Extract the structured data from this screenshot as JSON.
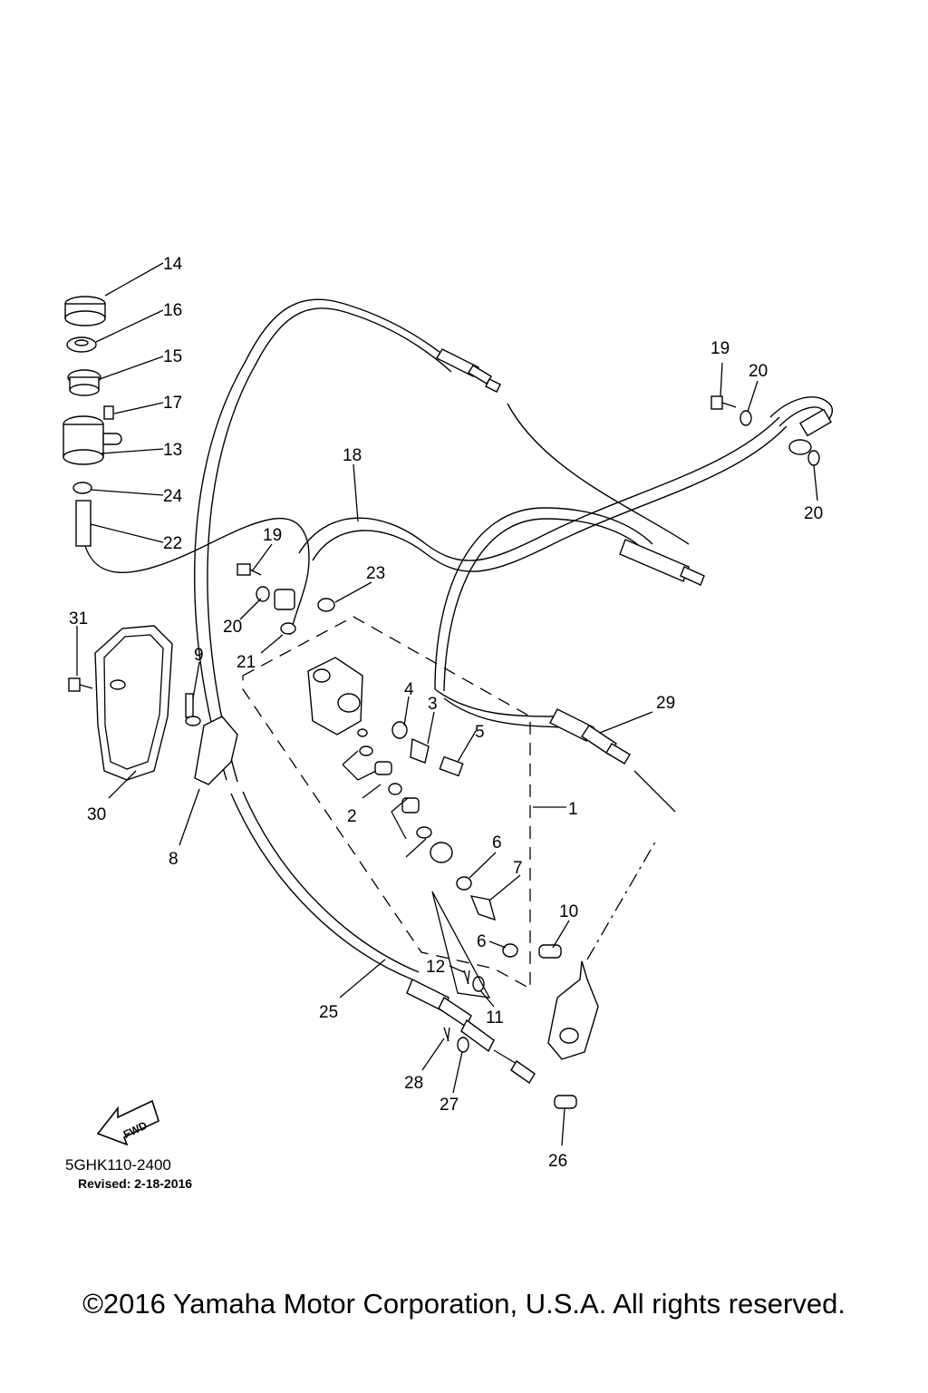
{
  "diagram": {
    "part_code": "5GHK110-2400",
    "revised": "Revised: 2-18-2016",
    "fwd_label": "FWD",
    "copyright": "©2016 Yamaha Motor Corporation, U.S.A. All rights reserved.",
    "callouts": [
      "14",
      "16",
      "15",
      "17",
      "13",
      "24",
      "22",
      "31",
      "30",
      "9",
      "8",
      "19",
      "20",
      "21",
      "18",
      "23",
      "4",
      "3",
      "5",
      "2",
      "1",
      "6",
      "7",
      "10",
      "12",
      "11",
      "25",
      "28",
      "27",
      "26",
      "29",
      "19",
      "20",
      "20"
    ]
  }
}
